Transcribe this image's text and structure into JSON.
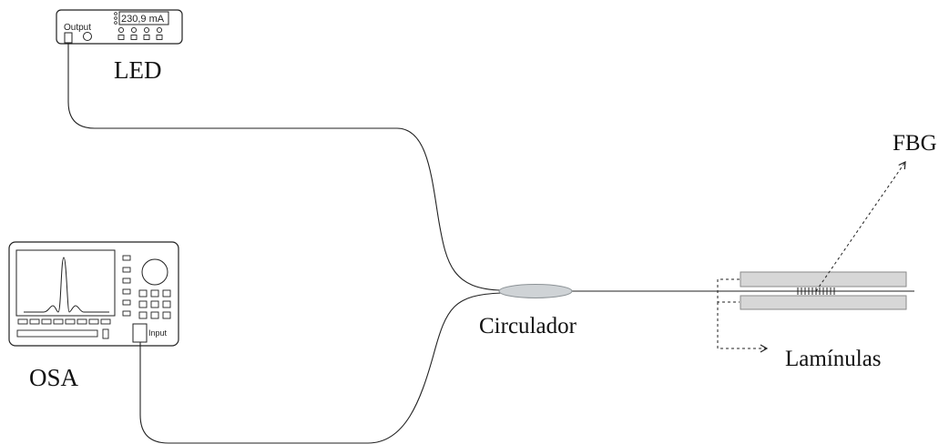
{
  "led": {
    "label": "LED",
    "output_label": "Output",
    "display_value": "230,9 mA"
  },
  "osa": {
    "label": "OSA",
    "input_label": "Input"
  },
  "circulator": {
    "label": "Circulador"
  },
  "fbg": {
    "label": "FBG"
  },
  "coverslips": {
    "label": "Lamínulas"
  }
}
